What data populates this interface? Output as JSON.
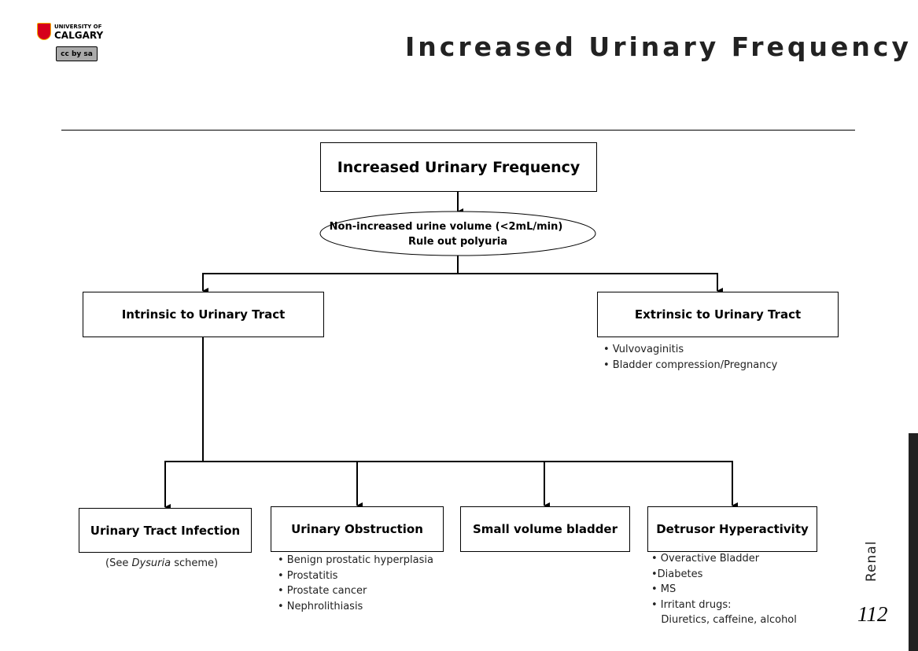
{
  "header": {
    "logo_text": [
      "UNIVERSITY OF",
      "CALGARY"
    ],
    "license_badge": "cc by sa",
    "title": "Increased Urinary Frequency"
  },
  "flowchart": {
    "root": "Increased Urinary Frequency",
    "ellipse": {
      "line1": "Non-increased urine volume (<2mL/min)",
      "line2": "Rule out polyuria"
    },
    "intrinsic": "Intrinsic to Urinary Tract",
    "extrinsic": {
      "label": "Extrinsic to Urinary Tract",
      "items": [
        "• Vulvovaginitis",
        "• Bladder compression/Pregnancy"
      ]
    },
    "uti": {
      "label": "Urinary Tract Infection",
      "note_prefix": "(See ",
      "note_italic": "Dysuria",
      "note_suffix": " scheme)"
    },
    "obstruction": {
      "label": "Urinary Obstruction",
      "items": [
        "• Benign prostatic hyperplasia",
        "• Prostatitis",
        "• Prostate cancer",
        "• Nephrolithiasis"
      ]
    },
    "small_bladder": {
      "label": "Small volume bladder"
    },
    "detrusor": {
      "label": "Detrusor Hyperactivity",
      "items": [
        "• Overactive Bladder",
        "•Diabetes",
        "• MS",
        "• Irritant drugs:",
        "   Diuretics, caffeine, alcohol"
      ]
    }
  },
  "footer": {
    "section": "Renal",
    "page_number": "112"
  }
}
